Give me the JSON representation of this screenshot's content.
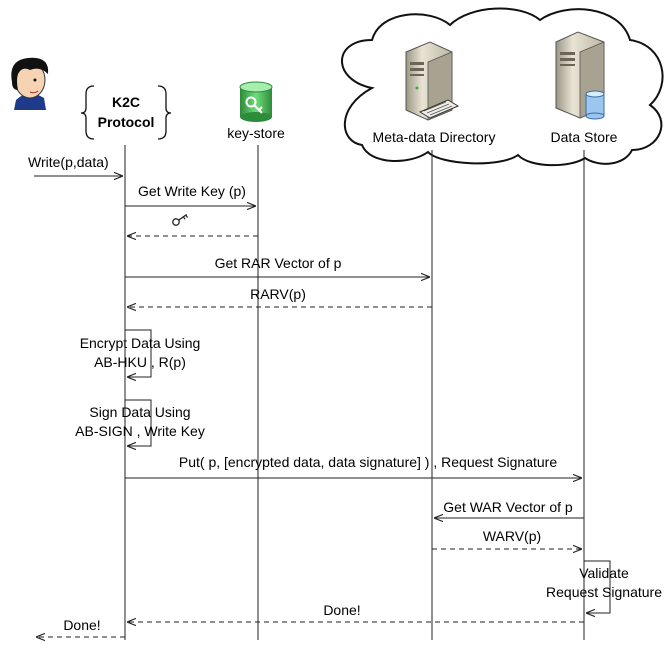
{
  "actors": {
    "protocol_line1": "K2C",
    "protocol_line2": "Protocol",
    "keystore": "key-store",
    "metadata": "Meta-data Directory",
    "datastore": "Data Store"
  },
  "messages": {
    "write": "Write(p,data)",
    "get_write_key": "Get Write Key (p)",
    "get_rar": "Get RAR Vector of p",
    "rarv": "RARV(p)",
    "encrypt_line1": "Encrypt Data Using",
    "encrypt_line2": "AB-HKU , R(p)",
    "sign_line1": "Sign Data Using",
    "sign_line2": "AB-SIGN , Write Key",
    "put": "Put( p, [encrypted data, data signature] ) , Request Signature",
    "get_war": "Get WAR Vector of p",
    "warv": "WARV(p)",
    "validate_line1": "Validate",
    "validate_line2": "Request Signature",
    "done_back": "Done!",
    "done_user": "Done!"
  },
  "colors": {
    "keystore_icon": "#3bb54a",
    "user_hair": "#111111",
    "user_shirt": "#1e3a8a",
    "server_body": "#d8d2c0"
  },
  "icons": [
    "user-icon",
    "key-store-icon",
    "key-icon",
    "server-icon",
    "database-icon",
    "cloud-shape"
  ]
}
